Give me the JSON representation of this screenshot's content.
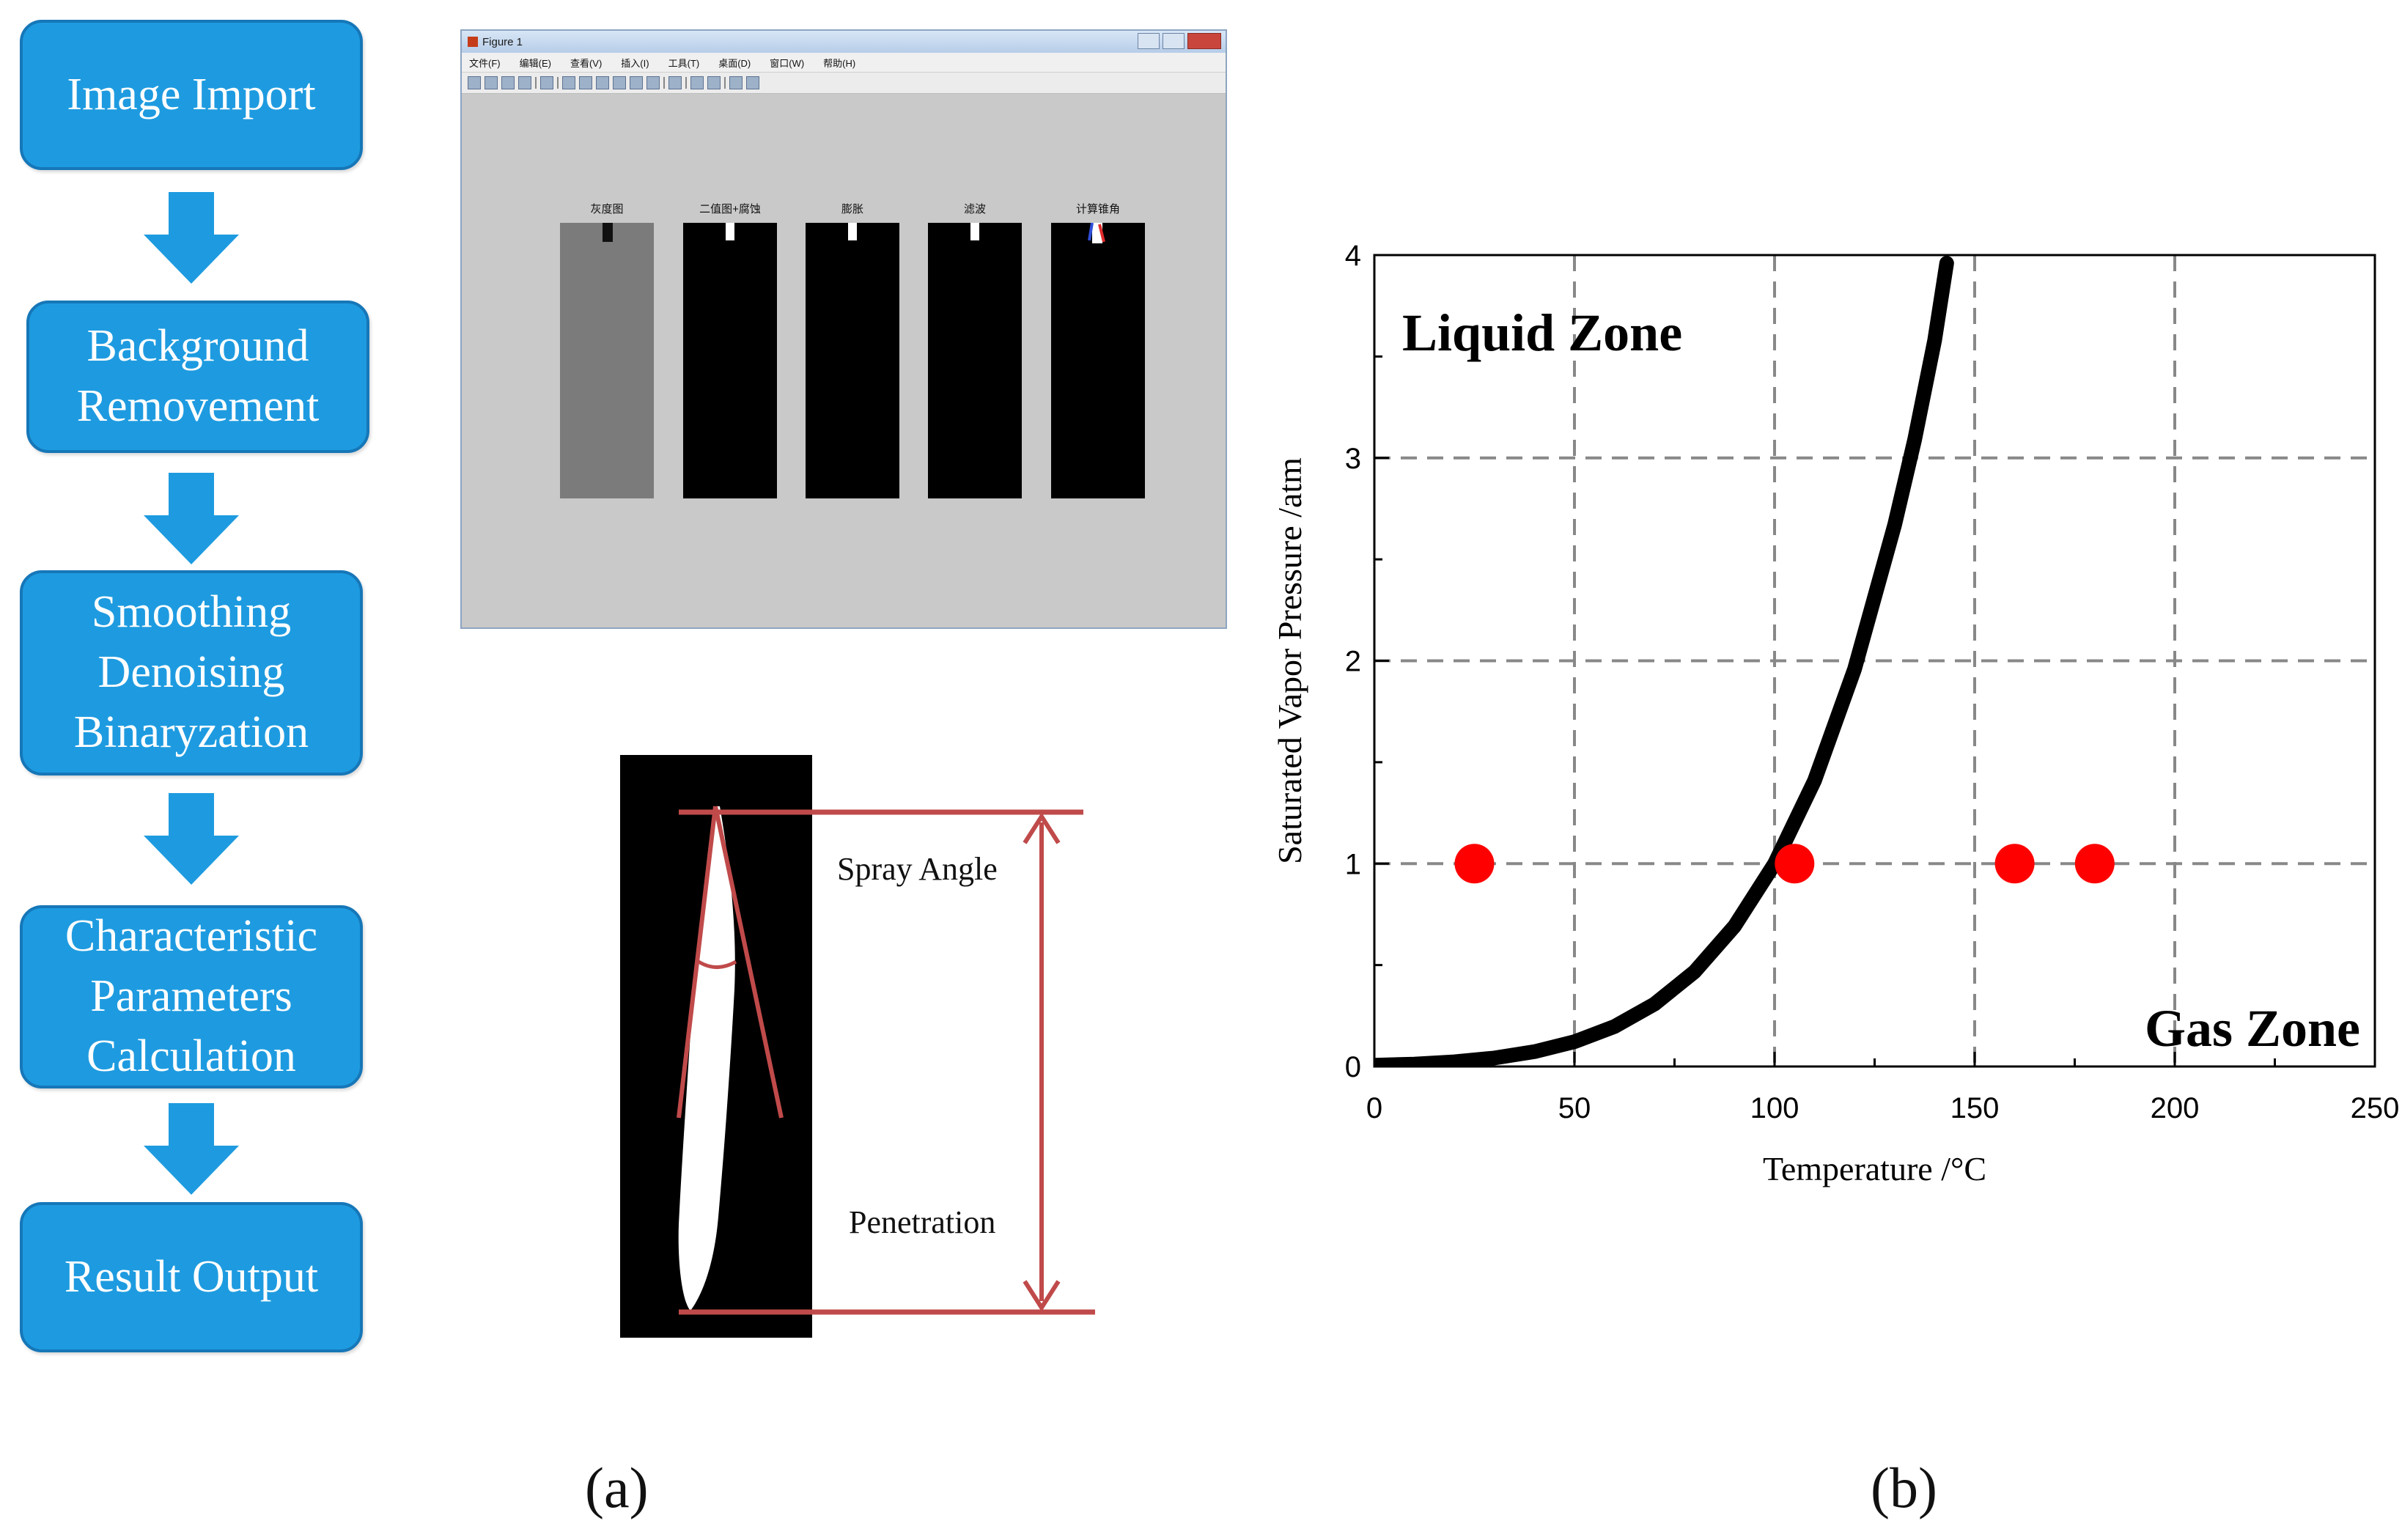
{
  "flowchart": {
    "steps": [
      "Image Import",
      "Background\nRemovement",
      "Smoothing\nDenoising\nBinaryzation",
      "Characteristic\nParameters\nCalculation",
      "Result Output"
    ],
    "colors": {
      "box_fill": "#1e9be0",
      "box_border": "#1677b8",
      "arrow": "#1e9be0"
    }
  },
  "matlab_window": {
    "title": "Figure 1",
    "menu": [
      "文件(F)",
      "编辑(E)",
      "查看(V)",
      "插入(I)",
      "工具(T)",
      "桌面(D)",
      "窗口(W)",
      "帮助(H)"
    ],
    "subplot_titles": [
      "灰度图",
      "二值图+腐蚀",
      "膨胀",
      "滤波",
      "计算锥角"
    ]
  },
  "spray_diagram": {
    "labels": {
      "angle": "Spray Angle",
      "penetration": "Penetration"
    },
    "colors": {
      "line": "#c04a4a"
    }
  },
  "captions": {
    "a": "(a)",
    "b": "(b)"
  },
  "chart_data": {
    "type": "line",
    "title": "",
    "xlabel": "Temperature /°C",
    "ylabel": "Saturated Vapor Pressure /atm",
    "xlim": [
      0,
      250
    ],
    "ylim": [
      0,
      4
    ],
    "x_ticks": [
      0,
      50,
      100,
      150,
      200,
      250
    ],
    "y_ticks": [
      0,
      1,
      2,
      3,
      4
    ],
    "grid": true,
    "annotations": [
      "Liquid Zone",
      "Gas Zone"
    ],
    "series": [
      {
        "x": [
          0,
          10,
          20,
          30,
          40,
          50,
          60,
          70,
          80,
          90,
          100,
          110,
          120,
          130,
          135,
          140,
          143
        ],
        "values": [
          0.006,
          0.012,
          0.023,
          0.042,
          0.073,
          0.122,
          0.197,
          0.308,
          0.467,
          0.692,
          1.0,
          1.41,
          1.96,
          2.67,
          3.09,
          3.58,
          3.96
        ]
      }
    ],
    "points": {
      "x": [
        25,
        105,
        160,
        180
      ],
      "values": [
        1,
        1,
        1,
        1
      ]
    },
    "colors": {
      "curve": "#000000",
      "points": "#ff0000",
      "grid": "#888888"
    }
  }
}
